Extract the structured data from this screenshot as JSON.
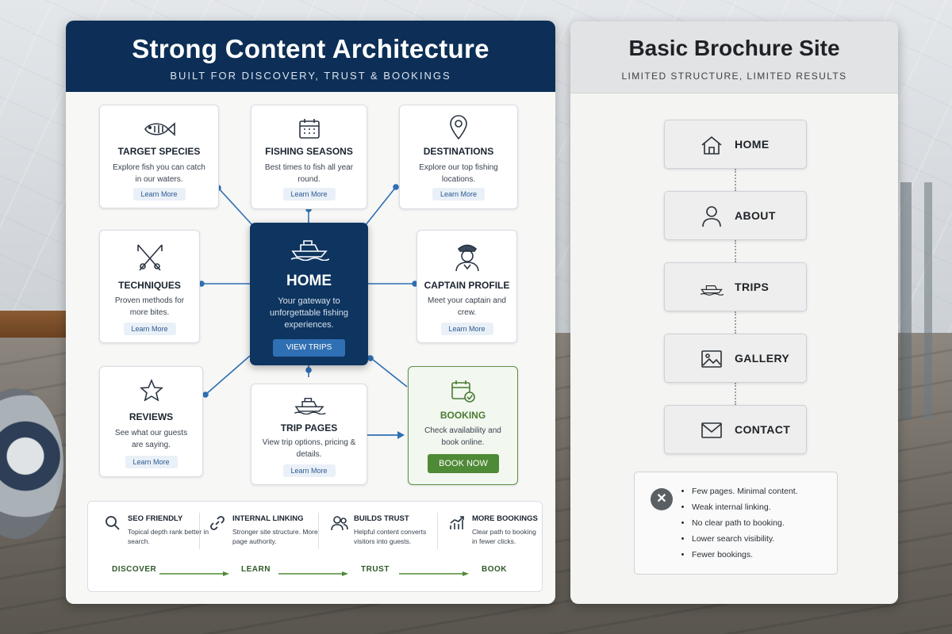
{
  "left": {
    "title": "Strong Content Architecture",
    "subtitle": "BUILT FOR DISCOVERY, TRUST & BOOKINGS",
    "home": {
      "title": "HOME",
      "desc": "Your gateway to unforgettable fishing experiences.",
      "button": "VIEW TRIPS",
      "icon": "boat-icon"
    },
    "cards": [
      {
        "id": "target-species",
        "title": "TARGET SPECIES",
        "desc": "Explore fish you can catch in our waters.",
        "link": "Learn More",
        "icon": "fish-icon"
      },
      {
        "id": "fishing-seasons",
        "title": "FISHING SEASONS",
        "desc": "Best times to fish all year round.",
        "link": "Learn More",
        "icon": "calendar-icon"
      },
      {
        "id": "destinations",
        "title": "DESTINATIONS",
        "desc": "Explore our top fishing locations.",
        "link": "Learn More",
        "icon": "map-pin-icon"
      },
      {
        "id": "techniques",
        "title": "TECHNIQUES",
        "desc": "Proven methods for more bites.",
        "link": "Learn More",
        "icon": "fishing-rods-icon"
      },
      {
        "id": "captain-profile",
        "title": "CAPTAIN PROFILE",
        "desc": "Meet your captain and crew.",
        "link": "Learn More",
        "icon": "captain-icon"
      },
      {
        "id": "reviews",
        "title": "REVIEWS",
        "desc": "See what our guests are saying.",
        "link": "Learn More",
        "icon": "star-icon"
      },
      {
        "id": "trip-pages",
        "title": "TRIP PAGES",
        "desc": "View trip options, pricing & details.",
        "link": "Learn More",
        "icon": "boat-icon"
      }
    ],
    "booking": {
      "title": "BOOKING",
      "desc": "Check availability and book online.",
      "button": "BOOK NOW",
      "icon": "calendar-check-icon",
      "color": "#4f8a37"
    },
    "benefits": [
      {
        "title": "SEO FRIENDLY",
        "desc": "Topical depth rank better in search.",
        "icon": "search-icon"
      },
      {
        "title": "INTERNAL LINKING",
        "desc": "Stronger site structure. More page authority.",
        "icon": "link-icon"
      },
      {
        "title": "BUILDS TRUST",
        "desc": "Helpful content converts visitors into guests.",
        "icon": "users-icon"
      },
      {
        "title": "MORE BOOKINGS",
        "desc": "Clear path to booking in fewer clicks.",
        "icon": "growth-chart-icon"
      }
    ],
    "journey": [
      "DISCOVER",
      "LEARN",
      "TRUST",
      "BOOK"
    ],
    "accent": "#0d2f57"
  },
  "right": {
    "title": "Basic Brochure Site",
    "subtitle": "LIMITED STRUCTURE, LIMITED RESULTS",
    "pages": [
      {
        "label": "HOME",
        "icon": "house-icon"
      },
      {
        "label": "ABOUT",
        "icon": "person-icon"
      },
      {
        "label": "TRIPS",
        "icon": "boat-icon"
      },
      {
        "label": "GALLERY",
        "icon": "image-icon"
      },
      {
        "label": "CONTACT",
        "icon": "envelope-icon"
      }
    ],
    "issues": [
      "Few pages. Minimal content.",
      "Weak internal linking.",
      "No clear path to booking.",
      "Lower search visibility.",
      "Fewer bookings."
    ],
    "issues_icon": "x-circle-icon"
  }
}
